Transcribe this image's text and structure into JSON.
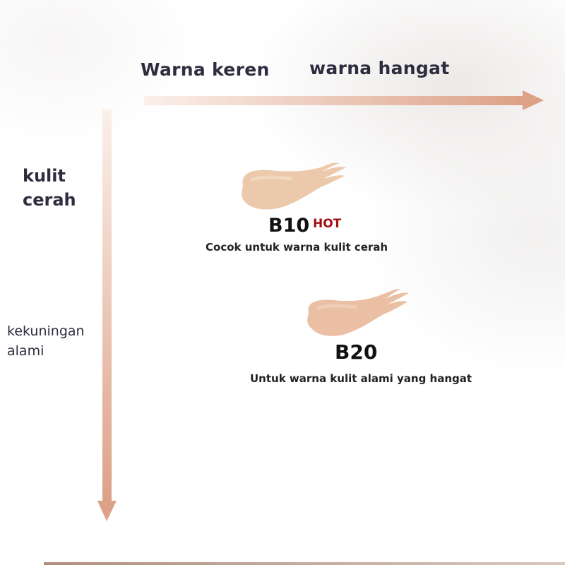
{
  "axes": {
    "top_left_label": "Warna keren",
    "top_right_label": "warna hangat",
    "left_top_label": "kulit cerah",
    "left_bottom_label": "kekuningan alami",
    "arrow_color_start": "#fbf0ea",
    "arrow_color_end": "#dca187"
  },
  "shades": [
    {
      "name": "B10",
      "badge": "HOT",
      "badge_color": "#a10f14",
      "description": "Cocok untuk warna kulit cerah",
      "swatch_color": "#ecc9aa"
    },
    {
      "name": "B20",
      "badge": "",
      "badge_color": "",
      "description": "Untuk warna kulit alami yang hangat",
      "swatch_color": "#ebbfa3"
    }
  ]
}
